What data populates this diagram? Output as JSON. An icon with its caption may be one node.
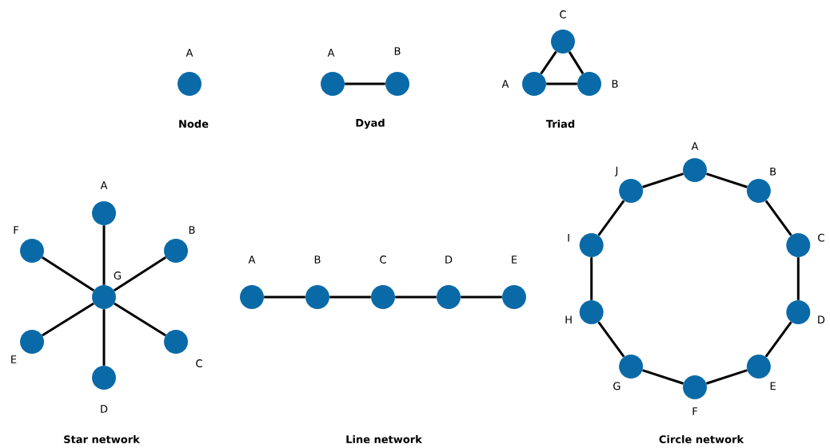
{
  "diagram": {
    "nodes": [
      {
        "text": [
          "A"
        ]
      },
      {
        "text": [
          "A"
        ]
      },
      {
        "text": [
          "B"
        ]
      },
      {
        "text": [
          "C"
        ]
      },
      {
        "text": [
          "A"
        ]
      },
      {
        "text": [
          "B"
        ]
      },
      {
        "text": [
          "A"
        ]
      },
      {
        "text": [
          "B"
        ]
      },
      {
        "text": [
          "C"
        ]
      },
      {
        "text": [
          "D"
        ]
      },
      {
        "text": [
          "E"
        ]
      },
      {
        "text": [
          "F"
        ]
      },
      {
        "text": [
          "G"
        ]
      },
      {
        "text": [
          "A"
        ]
      },
      {
        "text": [
          "B"
        ]
      },
      {
        "text": [
          "C"
        ]
      },
      {
        "text": [
          "D"
        ]
      },
      {
        "text": [
          "E"
        ]
      },
      {
        "text": [
          "A"
        ]
      },
      {
        "text": [
          "B"
        ]
      },
      {
        "text": [
          "C"
        ]
      },
      {
        "text": [
          "D"
        ]
      },
      {
        "text": [
          "E"
        ]
      },
      {
        "text": [
          "F"
        ]
      },
      {
        "text": [
          "G"
        ]
      },
      {
        "text": [
          "H"
        ]
      },
      {
        "text": [
          "I"
        ]
      },
      {
        "text": [
          "J"
        ]
      }
    ],
    "edges": [
      {
        "from": 1,
        "to": 2,
        "arrow": "none"
      },
      {
        "from": 3,
        "to": 4,
        "arrow": "none"
      },
      {
        "from": 3,
        "to": 5,
        "arrow": "none"
      },
      {
        "from": 4,
        "to": 5,
        "arrow": "none"
      },
      {
        "from": 12,
        "to": 6,
        "arrow": "none"
      },
      {
        "from": 12,
        "to": 7,
        "arrow": "none"
      },
      {
        "from": 12,
        "to": 8,
        "arrow": "none"
      },
      {
        "from": 12,
        "to": 9,
        "arrow": "none"
      },
      {
        "from": 12,
        "to": 10,
        "arrow": "none"
      },
      {
        "from": 12,
        "to": 11,
        "arrow": "none"
      },
      {
        "from": 13,
        "to": 14,
        "arrow": "none"
      },
      {
        "from": 14,
        "to": 15,
        "arrow": "none"
      },
      {
        "from": 15,
        "to": 16,
        "arrow": "none"
      },
      {
        "from": 16,
        "to": 17,
        "arrow": "none"
      },
      {
        "from": 18,
        "to": 19,
        "arrow": "none"
      },
      {
        "from": 19,
        "to": 20,
        "arrow": "none"
      },
      {
        "from": 20,
        "to": 21,
        "arrow": "none"
      },
      {
        "from": 21,
        "to": 22,
        "arrow": "none"
      },
      {
        "from": 22,
        "to": 23,
        "arrow": "none"
      },
      {
        "from": 23,
        "to": 24,
        "arrow": "none"
      },
      {
        "from": 24,
        "to": 25,
        "arrow": "none"
      },
      {
        "from": 25,
        "to": 26,
        "arrow": "none"
      },
      {
        "from": 26,
        "to": 27,
        "arrow": "none"
      },
      {
        "from": 27,
        "to": 18,
        "arrow": "none"
      }
    ],
    "labels": [
      "Node",
      "Dyad",
      "Triad",
      "Star network",
      "Line network",
      "Circle network"
    ]
  }
}
